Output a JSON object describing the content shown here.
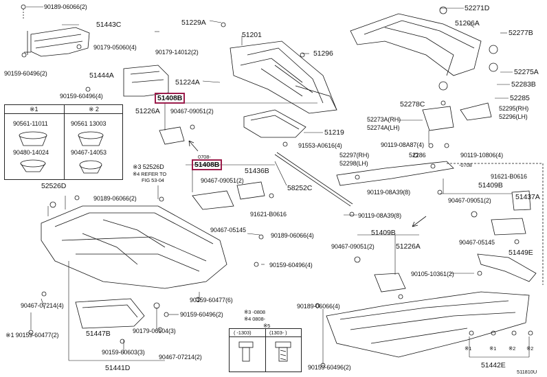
{
  "diagram_code": "511810U",
  "labels": {
    "p_90189_06066_top": "90189-06066(2)",
    "p_51443C": "51443C",
    "p_90179_05060": "90179-05060(4)",
    "p_90159_60496_l": "90159-60496(2)",
    "p_51444A": "51444A",
    "p_90159_60496_4": "90159-60496(4)",
    "p_51229A": "51229A",
    "p_51201": "51201",
    "p_90179_14012": "90179-14012(2)",
    "p_51296": "51296",
    "p_51224A": "51224A",
    "p_51408B_1": "51408B",
    "p_51226A_1": "51226A",
    "p_90467_09051_a": "90467-09051(2)",
    "p_51219": "51219",
    "p_91553_A0616": "91553-A0616(4)",
    "p_52271D": "52271D",
    "p_51206A": "51206A",
    "p_52277B": "52277B",
    "p_52275A": "52275A",
    "p_52283B": "52283B",
    "p_52285": "52285",
    "p_52278C": "52278C",
    "p_52295": "52295(RH)",
    "p_52296": "52296(LH)",
    "p_52273A": "52273A(RH)",
    "p_52274A": "52274A(LH)",
    "p_90119_08A87": "90119-08A87(4)",
    "p_52286": "52286",
    "p_90119_10806": "90119-10806(4)",
    "p_52297": "52297(RH)",
    "p_52298": "52298(LH)",
    "p_0708": "-0708",
    "p_90119_08A39_a": "90119-08A39(8)",
    "p_91621_B0616_r": "91621-B0616",
    "p_51409B_r": "51409B",
    "p_90467_09051_r": "90467-09051(2)",
    "p_51437A": "51437A",
    "p_90467_05145_r": "90467-05145",
    "p_51449E": "51449E",
    "p_90105_10361": "90105-10361(2)",
    "p_51409B_m": "51409B",
    "p_51226A_m": "51226A",
    "p_90467_09051_m": "90467-09051(2)",
    "p_0708_b": "0708-",
    "p_51408B_2": "51408B",
    "p_51436B": "51436B",
    "p_90467_09051_b": "90467-09051(2)",
    "p_58252C": "58252C",
    "p_91621_B0616_m": "91621-B0616",
    "p_90119_08A39_b": "90119-08A39(8)",
    "p_90467_05145_m": "90467-05145",
    "p_52526D": "※3 52526D",
    "p_refer1": "※4 REFER TO",
    "p_refer2": "FIG 53-04",
    "p_52526D_2": "52526D",
    "p_90189_06066_2": "90189-06066(2)",
    "p_90189_06066_4": "90189-06066(4)",
    "p_90159_60496_4b": "90159-60496(4)",
    "p_90467_07214_4": "90467-07214(4)",
    "p_90159_60477_2": "※1 90159-60477(2)",
    "p_51447B": "51447B",
    "p_90159_60603": "90159-60603(3)",
    "p_51441D": "51441D",
    "p_90179_06104": "90179-06104(3)",
    "p_90467_07214_2": "90467-07214(2)",
    "p_90159_60477_6": "90159-60477(6)",
    "p_90159_60496_2b": "90159-60496(2)",
    "p_90189_06066_4b": "90189-06066(4)",
    "p_90159_60496_2c": "90159-60496(2)",
    "p_51442E": "51442E",
    "p_ast1": "※1",
    "p_ast1b": "※1",
    "p_ast2": "※2",
    "p_ast2b": "※2"
  },
  "notes": {
    "n_0808a": "※3 -0808",
    "n_0808b": "※4 0808-",
    "n_5": "※5"
  },
  "legend_left": {
    "head1": "※1",
    "head2": "※ 2",
    "c1a": "90561-11011",
    "c2a": "90561 13003",
    "c1b": "90480-14024",
    "c2b": "90467-14053"
  },
  "legend_bottom": {
    "head1": "( -1303)",
    "head2": "(1303- )"
  }
}
